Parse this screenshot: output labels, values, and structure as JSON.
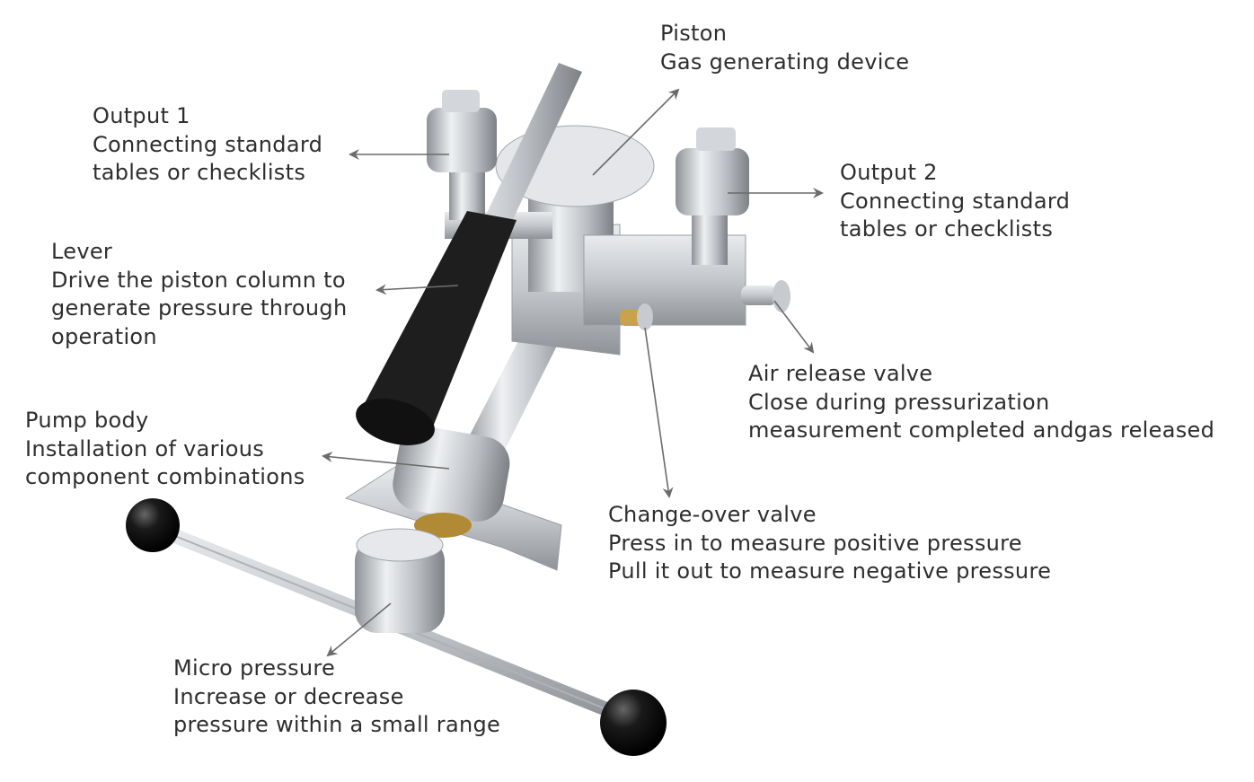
{
  "colors": {
    "text": "#2e2e2e",
    "arrow": "#6b6b6b",
    "metal": "#c9ccd0",
    "rubber": "#1c1c1c",
    "brass": "#b8902e"
  },
  "callouts": {
    "piston": {
      "title": "Piston",
      "lines": [
        "Gas generating device"
      ]
    },
    "output1": {
      "title": "Output 1",
      "lines": [
        "Connecting standard",
        "tables or checklists"
      ]
    },
    "output2": {
      "title": "Output 2",
      "lines": [
        "Connecting standard",
        "tables or checklists"
      ]
    },
    "lever": {
      "title": "Lever",
      "lines": [
        "Drive the piston column to",
        "generate pressure through",
        "operation"
      ]
    },
    "air_release": {
      "title": "Air release valve",
      "lines": [
        "Close during pressurization",
        "measurement completed andgas released"
      ]
    },
    "pump_body": {
      "title": "Pump body",
      "lines": [
        "Installation of various",
        "component combinations"
      ]
    },
    "change_over": {
      "title": "Change-over valve",
      "lines": [
        "Press in to measure positive pressure",
        "Pull it out to measure negative pressure"
      ]
    },
    "micro_pressure": {
      "title": "Micro pressure",
      "lines": [
        "Increase or decrease",
        "pressure within a small range"
      ]
    }
  }
}
